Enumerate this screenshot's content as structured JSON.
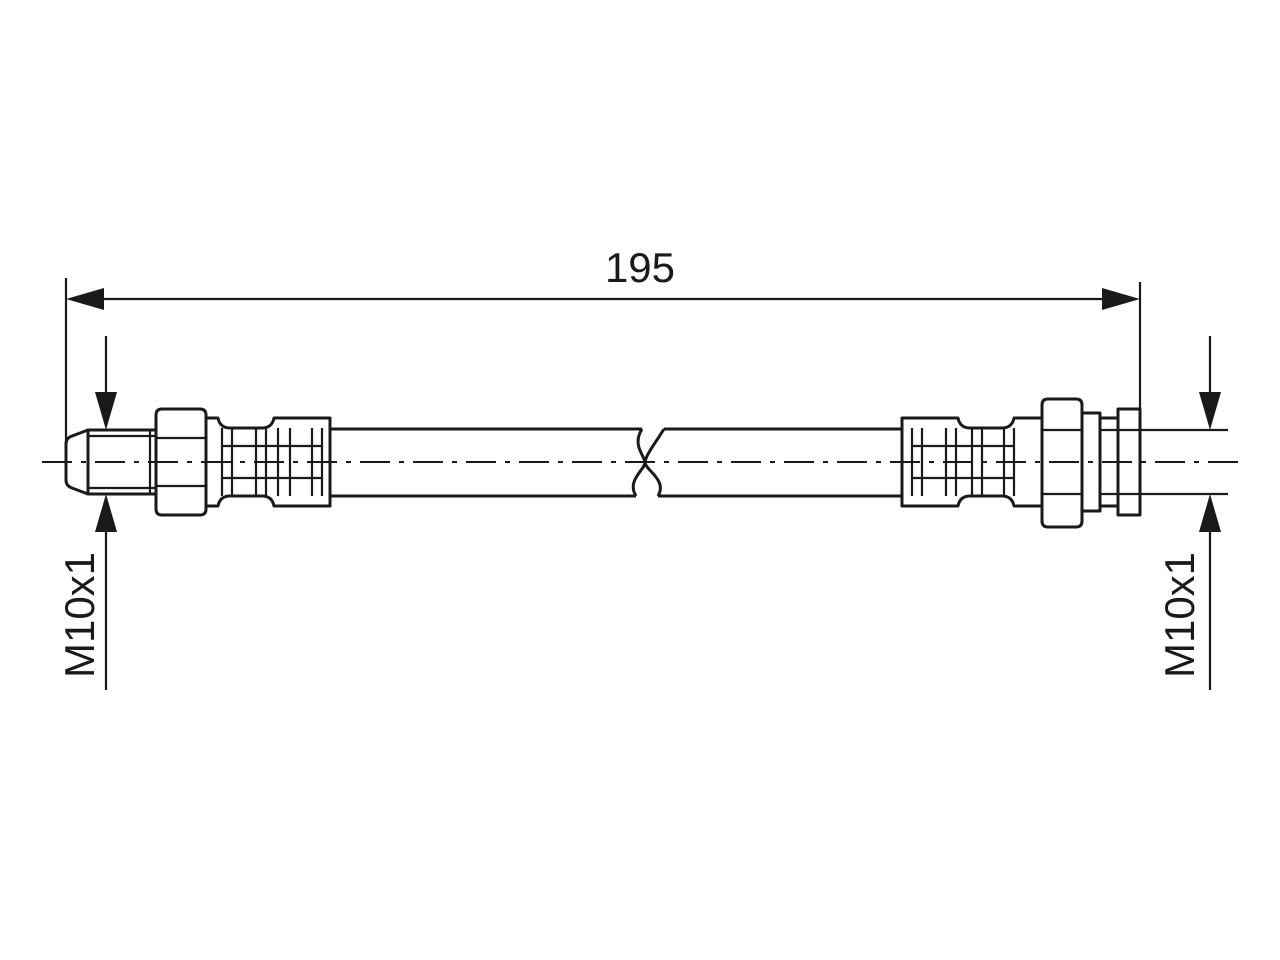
{
  "drawing": {
    "length_label": "195",
    "left_thread_label": "M10x1",
    "right_thread_label": "M10x1",
    "line_color": "#1a1a1a",
    "background_color": "#ffffff"
  }
}
